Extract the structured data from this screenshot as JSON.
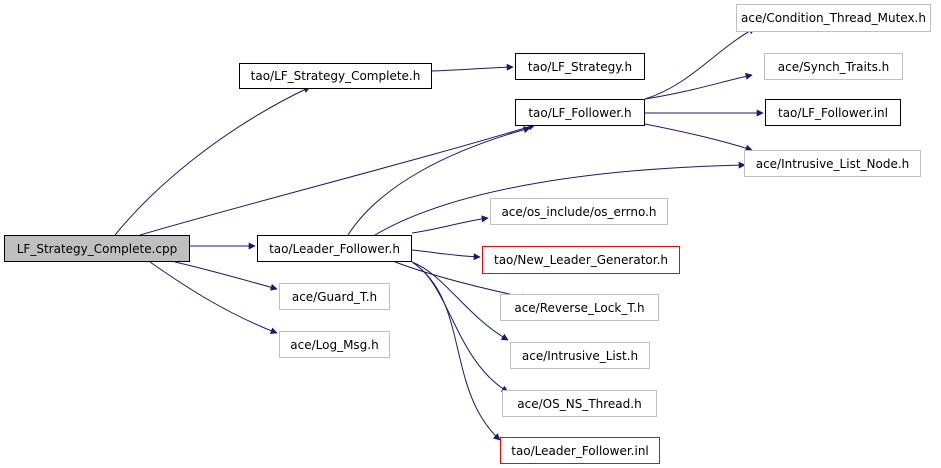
{
  "nodes": {
    "root": "LF_Strategy_Complete.cpp",
    "lf_strategy_complete_h": "tao/LF_Strategy_Complete.h",
    "lf_strategy_h": "tao/LF_Strategy.h",
    "lf_follower_h": "tao/LF_Follower.h",
    "condition_thread_mutex_h": "ace/Condition_Thread_Mutex.h",
    "synch_traits_h": "ace/Synch_Traits.h",
    "lf_follower_inl": "tao/LF_Follower.inl",
    "intrusive_list_node_h": "ace/Intrusive_List_Node.h",
    "leader_follower_h": "tao/Leader_Follower.h",
    "os_errno_h": "ace/os_include/os_errno.h",
    "new_leader_generator_h": "tao/New_Leader_Generator.h",
    "reverse_lock_t_h": "ace/Reverse_Lock_T.h",
    "intrusive_list_h": "ace/Intrusive_List.h",
    "os_ns_thread_h": "ace/OS_NS_Thread.h",
    "leader_follower_inl": "tao/Leader_Follower.inl",
    "guard_t_h": "ace/Guard_T.h",
    "log_msg_h": "ace/Log_Msg.h"
  },
  "colors": {
    "edge": "#191970",
    "root_fill": "#bfbfbf",
    "border_documented": "#000000",
    "border_undocumented": "#bfbfbf",
    "border_truncated": "#ff0000"
  }
}
